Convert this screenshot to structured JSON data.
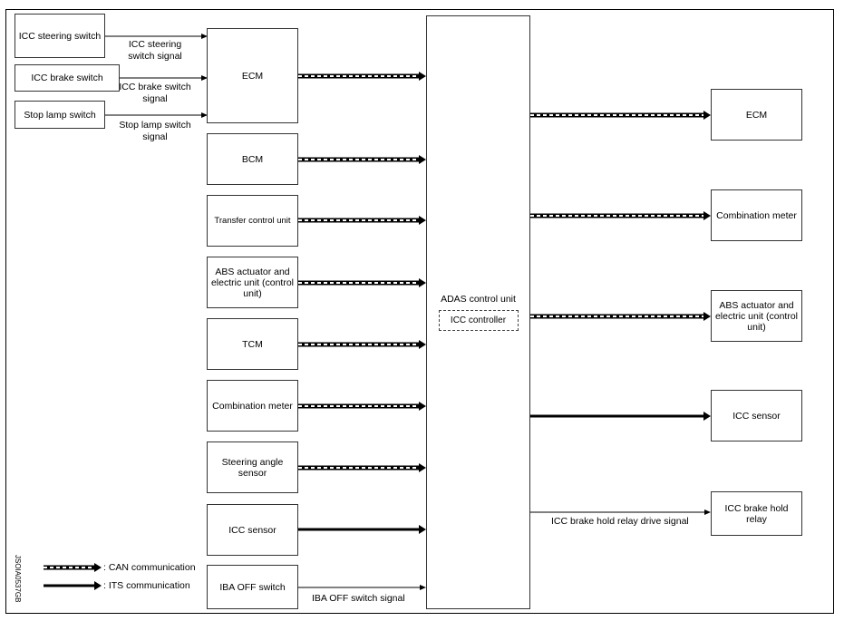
{
  "inputs": {
    "icc_steering_switch": "ICC steering switch",
    "icc_brake_switch": "ICC brake switch",
    "stop_lamp_switch": "Stop lamp switch"
  },
  "signals": {
    "icc_steering_switch_signal": "ICC steering switch signal",
    "icc_brake_switch_signal": "ICC brake switch signal",
    "stop_lamp_switch_signal": "Stop lamp switch signal",
    "iba_off_switch_signal": "IBA OFF switch signal",
    "icc_brake_hold_relay_drive_signal": "ICC brake hold relay drive signal"
  },
  "left_units": {
    "ecm": "ECM",
    "bcm": "BCM",
    "transfer_control_unit": "Transfer control unit",
    "abs_actuator": "ABS actuator and electric unit (control unit)",
    "tcm": "TCM",
    "combination_meter": "Combination meter",
    "steering_angle_sensor": "Steering angle sensor",
    "icc_sensor": "ICC sensor",
    "iba_off_switch": "IBA OFF switch"
  },
  "center": {
    "adas_control_unit": "ADAS control unit",
    "icc_controller": "ICC controller"
  },
  "right_units": {
    "ecm": "ECM",
    "combination_meter": "Combination meter",
    "abs_actuator": "ABS actuator and electric unit (control unit)",
    "icc_sensor": "ICC sensor",
    "icc_brake_hold_relay": "ICC brake hold relay"
  },
  "legend": {
    "can": ": CAN communication",
    "its": ": ITS communication"
  },
  "figure_code": "JSOIA0537GB"
}
